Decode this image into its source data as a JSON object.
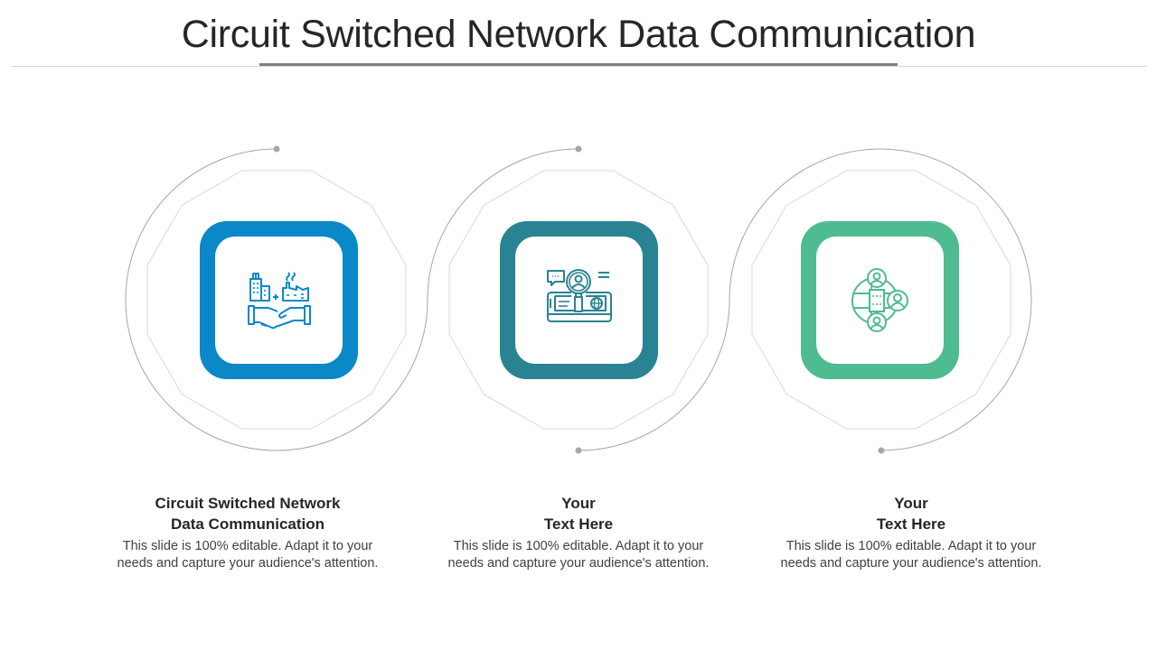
{
  "title": "Circuit Switched Network Data Communication",
  "colors": {
    "step1": "#0a88c8",
    "step2": "#2a8392",
    "step3": "#4fbb90",
    "connector": "#a6a6a6",
    "polygon": "#d9d9d9"
  },
  "steps": [
    {
      "icon": "business-merger-handshake-icon",
      "heading_line1": "Circuit Switched Network",
      "heading_line2": "Data Communication",
      "desc_line1": "This slide is 100% editable. Adapt it to your",
      "desc_line2": "needs and capture your audience's attention."
    },
    {
      "icon": "user-search-id-card-icon",
      "heading_line1": "Your",
      "heading_line2": "Text Here",
      "desc_line1": "This slide is 100% editable. Adapt it to your",
      "desc_line2": "needs and capture your audience's attention."
    },
    {
      "icon": "global-network-users-icon",
      "heading_line1": "Your",
      "heading_line2": "Text Here",
      "desc_line1": "This slide is 100% editable. Adapt it to your",
      "desc_line2": "needs and capture your audience's attention."
    }
  ]
}
